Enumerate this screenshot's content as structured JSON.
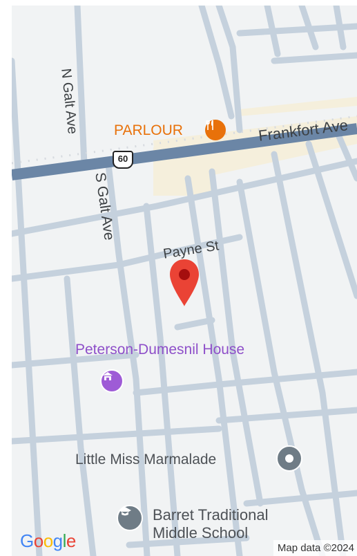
{
  "streets": {
    "n_galt": "N Galt Ave",
    "s_galt": "S Galt Ave",
    "frankfort": "Frankfort Ave",
    "payne": "Payne St",
    "route_shield": "60"
  },
  "pois": {
    "parlour": "PARLOUR",
    "peterson": "Peterson-Dumesnil House",
    "little_miss": "Little Miss Marmalade",
    "barret_line1": "Barret Traditional",
    "barret_line2": "Middle School"
  },
  "footer": {
    "copyright": "Map data ©2024",
    "logo": "Google"
  },
  "colors": {
    "land": "#f1f3f4",
    "minor_road": "#c5d1dd",
    "major_road": "#6b86a6",
    "commercial": "#f5efdc",
    "marker": "#ea4335",
    "poi_purple": "#8e4fc9",
    "poi_orange": "#e8710a",
    "poi_grey": "#5f6368"
  },
  "icons": {
    "marker": "location-pin-icon",
    "parlour": "restaurant-icon",
    "peterson": "museum-icon",
    "little_miss": "poi-dot-icon",
    "barret": "school-icon"
  }
}
